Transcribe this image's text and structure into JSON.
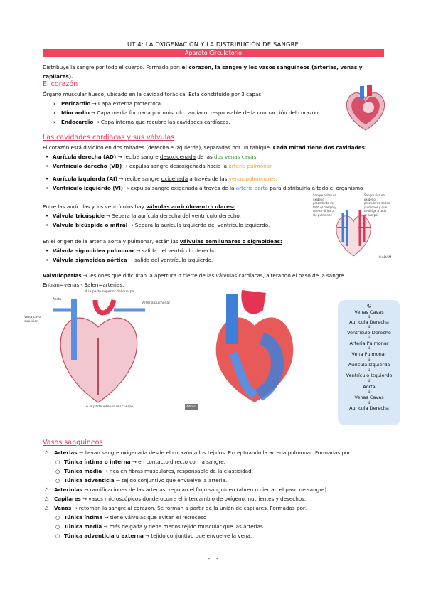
{
  "header": {
    "title": "UT 4: LA OXIGENACIÓN Y LA DISTRIBUCIÓN DE SANGRE",
    "banner": "Aparato Circulatorio"
  },
  "intro": {
    "text": "Distribuye la sangre por todo el cuerpo. Formado por: ",
    "bold": "el corazón, la sangre y los vasos sanguíneos (arterias, venas y capilares)."
  },
  "corazon": {
    "heading": "El corazón",
    "desc1": "Órgano muscular hueco, ubicado en la cavidad torácica. Está constituido por 3 capas:",
    "layers": [
      {
        "name": "Pericardio",
        "text": " → Capa externa protectora."
      },
      {
        "name": "Miocardio",
        "text": " → Capa media formada por músculo cardíaco, responsable de la contracción del corazón."
      },
      {
        "name": "Endocardio",
        "text": " → Capa interna que recubre las cavidades cardíacas."
      }
    ]
  },
  "cavidades": {
    "heading": "Las cavidades cardíacas y sus válvulas",
    "desc": "El corazón está dividido en dos mitades (derecha e izquierda), separadas por un tabique. ",
    "desc_bold": "Cada mitad tiene dos cavidades:",
    "items": [
      {
        "name": "Aurícula derecha (AD)",
        "t1": " → recibe sangre ",
        "u": "desoxigenada",
        "t2": " de las ",
        "c": "dos venas cavas",
        "t3": "."
      },
      {
        "name": "Ventrículo derecho (VD)",
        "t1": " → expulsa sangre ",
        "u": "desoxigenada",
        "t2": " hacia la ",
        "c": "arteria pulmonar",
        "t3": "."
      },
      {
        "name": "Aurícula izquierda (AI)",
        "t1": " → recibe sangre ",
        "u": "oxigenada",
        "t2": " a través de las ",
        "c": "venas pulmonares",
        "t3": "."
      },
      {
        "name": "Ventrículo izquierdo (VI)",
        "t1": " → expulsa sangre ",
        "u": "oxigenada",
        "t2": " a través de la ",
        "c": "arteria aorta",
        "t3": " para distribuirla a todo el organismo"
      }
    ],
    "av_intro": "Entre las aurículas y los ventrículos hay ",
    "av_bold": "válvulas auriculoventriculares:",
    "av_items": [
      {
        "name": "Válvula tricúspide",
        "text": " → Separa la aurícula derecha del ventrículo derecho."
      },
      {
        "name": "Válvula bicúspide o mitral",
        "text": " → Separa la aurícula izquierda del ventrículo izquierdo."
      }
    ],
    "sl_intro": "En el origen de la arteria aorta y pulmonar, están las ",
    "sl_bold": "válvulas semilunares o sigmoideas:",
    "sl_items": [
      {
        "name": "Válvula sigmoidea pulmonar",
        "text": " → salida del ventrículo derecho."
      },
      {
        "name": "Válvula sigmoidea aórtica",
        "text": " → salida del ventrículo izquierdo."
      }
    ],
    "valv_bold": "Valvulopatías",
    "valv_text": " → lesiones que dificultan la apertura o cierre de las válvulas cardíacas, alterando el paso de la sangre.",
    "valv_text2": "Entran=venas - Salen=arterias."
  },
  "figure_labels": {
    "small_left": "Sangre pobre en oxígeno procedente de todo el cuerpo y que se dirige a los pulmones",
    "small_right": "Sangre rica en oxígeno procedente de los pulmones y que se dirige a todo el cuerpo",
    "copyright": "©ADAM",
    "diagram_top": "A la parte superior del cuerpo",
    "diagram_bottom": "A la parte inferior del cuerpo",
    "aorta": "Aorta",
    "vena_cava_sup": "Vena cava superior",
    "arteria_pulmonar": "Arteria pulmonar",
    "badge": "Aditivo"
  },
  "flow": {
    "items": [
      "Venas Cavas",
      "Aurícula Derecha",
      "Ventrículo Derecho",
      "Arteria Pulmonar",
      "Vena Pulmonar",
      "Aurícula Izquierda",
      "Ventrículo Izquierdo",
      "Aorta",
      "Venas Cavas",
      "Aurícula Derecha"
    ]
  },
  "vasos": {
    "heading": "Vasos sanguíneos",
    "arterias_name": "Arterias",
    "arterias_text": " → llevan sangre oxigenada desde el corazón a los tejidos. Exceptuando la arteria pulmonar. Formadas por:",
    "arterias_layers": [
      {
        "name": "Túnica íntima o interna",
        "text": " → en contacto directo con la sangre."
      },
      {
        "name": "Túnica media",
        "text": " → rica en fibras musculares, responsable de la elasticidad."
      },
      {
        "name": "Túnica adventicia",
        "text": " → tejido conjuntivo que envuelve la arteria."
      }
    ],
    "arteriolas_name": "Arteriolas",
    "arteriolas_text": " → ramificaciones de las arterias, regulan el flujo sanguíneo (abren o cierran el paso de sangre).",
    "capilares_name": "Capilares",
    "capilares_text": " → vasos microscópicos donde ocurre el intercambio de oxígeno, nutrientes y desechos.",
    "venas_name": "Venas",
    "venas_text": " → retornan la sangre al corazón. Se forman a partir de la unión de capilares. Formadas por:",
    "venas_layers": [
      {
        "name": "Túnica íntima",
        "text": " → tiene válvulas que evitan el retroceso"
      },
      {
        "name": "Túnica media",
        "text": " → más delgada y tiene menos tejido muscular que las arterias."
      },
      {
        "name": "Túnica adventicia o externa",
        "text": " → tejido conjuntivo que envuelve la vena."
      }
    ]
  },
  "footer": {
    "page": "- 1 -"
  }
}
